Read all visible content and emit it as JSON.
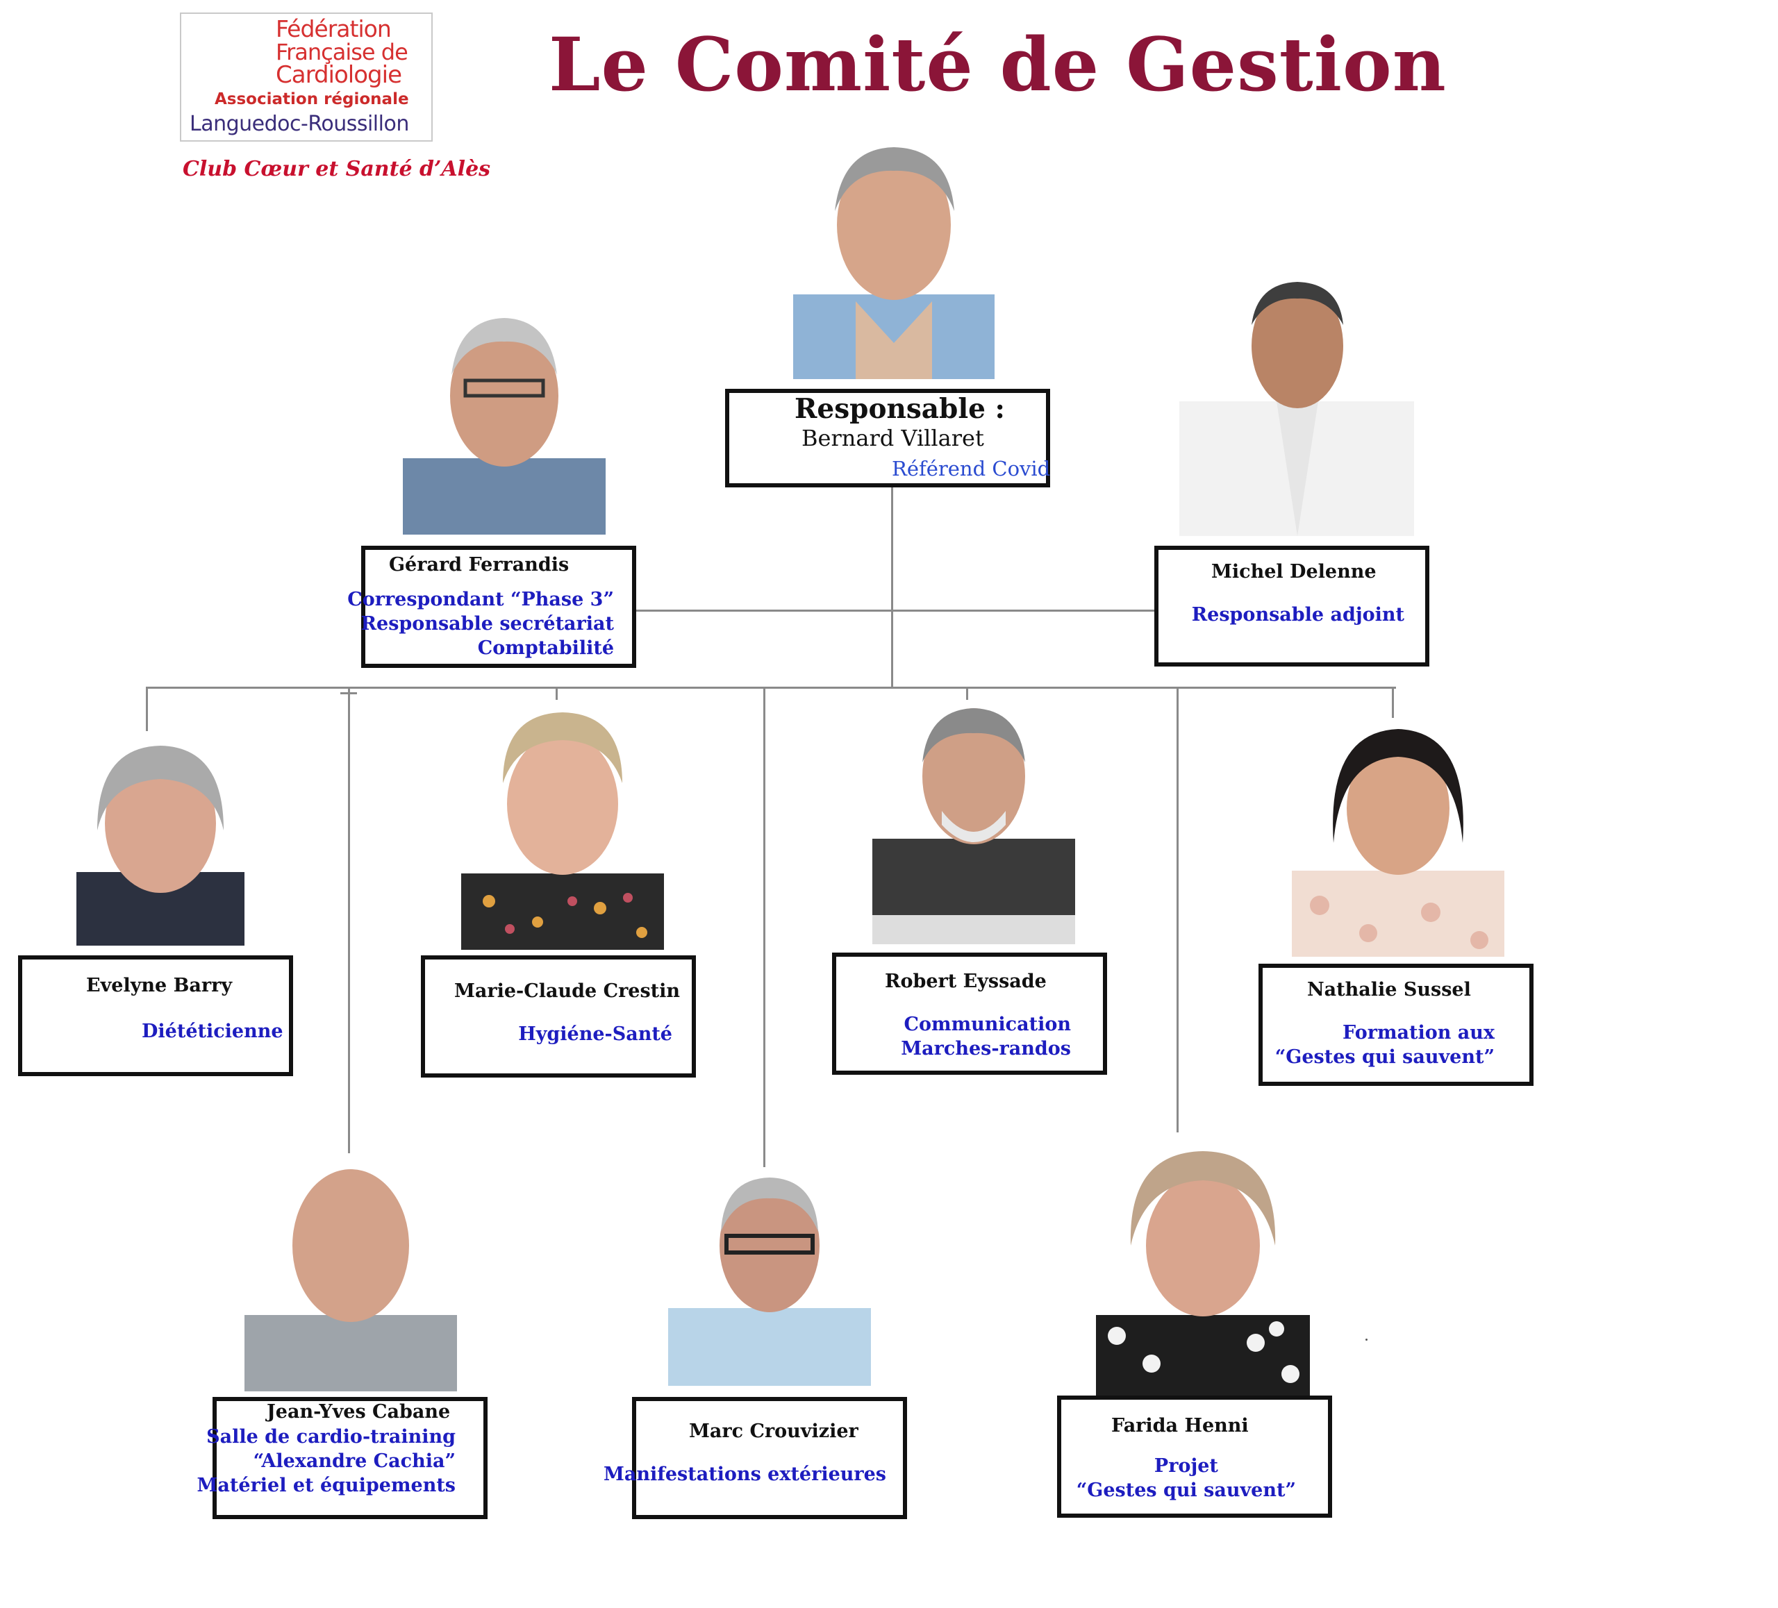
{
  "title": "Le Comité de Gestion",
  "logo": {
    "line1": "Fédération",
    "line2": "Française de",
    "line3": "Cardiologie",
    "line4": "Association régionale",
    "line5": "Languedoc-Roussillon"
  },
  "club": "Club Cœur et Santé d’Alès",
  "colors": {
    "title": "#8b1538",
    "role_text": "#1d1dbf",
    "club": "#c8102e"
  },
  "head": {
    "label": "Responsable :",
    "name": "Bernard Villaret",
    "role": "Référend Covid"
  },
  "members": {
    "ferrandis": {
      "name": "Gérard Ferrandis",
      "roles": [
        "Correspondant “Phase 3”",
        "Responsable secrétariat",
        "Comptabilité"
      ]
    },
    "delenne": {
      "name": "Michel Delenne",
      "roles": [
        "Responsable adjoint"
      ]
    },
    "barry": {
      "name": "Evelyne Barry",
      "roles": [
        "Diététicienne"
      ]
    },
    "crestin": {
      "name": "Marie-Claude Crestin",
      "roles": [
        "Hygiéne-Santé"
      ]
    },
    "eyssade": {
      "name": "Robert Eyssade",
      "roles": [
        "Communication",
        "Marches-randos"
      ]
    },
    "sussel": {
      "name": "Nathalie Sussel",
      "roles": [
        "Formation aux",
        "“Gestes qui sauvent”"
      ]
    },
    "cabane": {
      "name": "Jean-Yves Cabane",
      "roles": [
        "Salle de cardio-training",
        "“Alexandre Cachia”",
        "Matériel et équipements"
      ]
    },
    "crouvizier": {
      "name": "Marc Crouvizier",
      "roles": [
        "Manifestations extérieures"
      ]
    },
    "henni": {
      "name": "Farida Henni",
      "roles": [
        "Projet",
        "“Gestes qui sauvent”"
      ]
    }
  }
}
